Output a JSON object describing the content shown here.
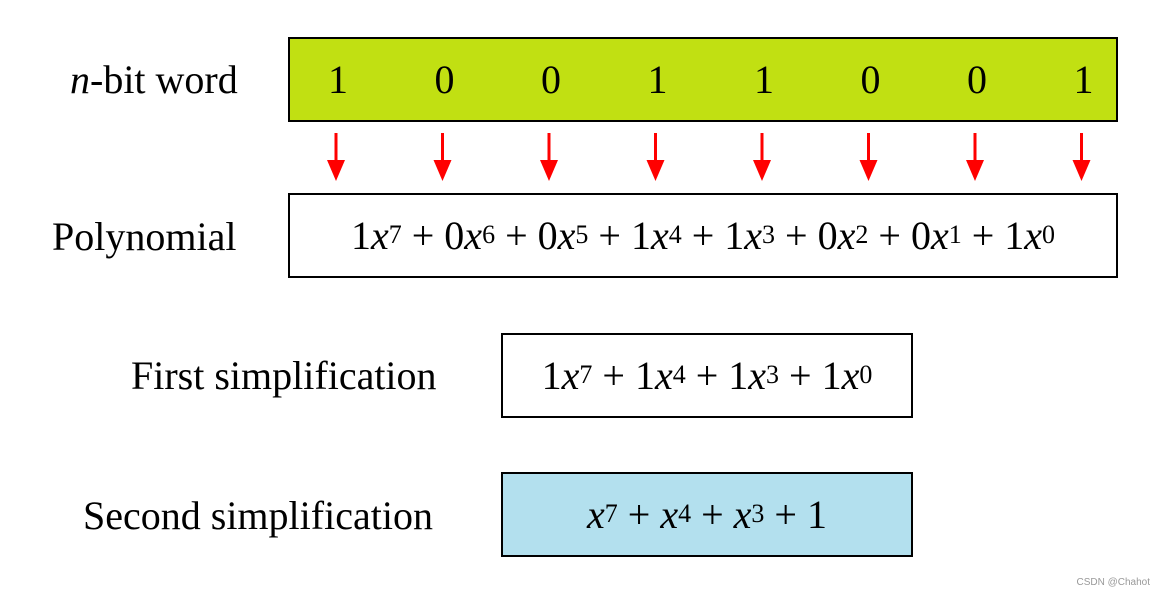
{
  "rows": {
    "word": {
      "label_italic": "n",
      "label_rest": "-bit word"
    },
    "polynomial": {
      "label": "Polynomial"
    },
    "first": {
      "label": "First simplification"
    },
    "second": {
      "label": "Second simplification"
    }
  },
  "bits": [
    "1",
    "0",
    "0",
    "1",
    "1",
    "0",
    "0",
    "1"
  ],
  "polynomial_terms": [
    {
      "coef": "1",
      "var": "x",
      "exp": "7"
    },
    {
      "coef": "0",
      "var": "x",
      "exp": "6"
    },
    {
      "coef": "0",
      "var": "x",
      "exp": "5"
    },
    {
      "coef": "1",
      "var": "x",
      "exp": "4"
    },
    {
      "coef": "1",
      "var": "x",
      "exp": "3"
    },
    {
      "coef": "0",
      "var": "x",
      "exp": "2"
    },
    {
      "coef": "0",
      "var": "x",
      "exp": "1"
    },
    {
      "coef": "1",
      "var": "x",
      "exp": "0"
    }
  ],
  "first_terms": [
    {
      "coef": "1",
      "var": "x",
      "exp": "7"
    },
    {
      "coef": "1",
      "var": "x",
      "exp": "4"
    },
    {
      "coef": "1",
      "var": "x",
      "exp": "3"
    },
    {
      "coef": "1",
      "var": "x",
      "exp": "0"
    }
  ],
  "second_terms": [
    {
      "coef": "",
      "var": "x",
      "exp": "7"
    },
    {
      "coef": "",
      "var": "x",
      "exp": "4"
    },
    {
      "coef": "",
      "var": "x",
      "exp": "3"
    },
    {
      "coef": "1",
      "var": "",
      "exp": ""
    }
  ],
  "operator": "+",
  "colors": {
    "word_box": "#c1e012",
    "second_box": "#b3e0ee",
    "arrow": "#ff0000"
  },
  "watermark": "CSDN @Chahot"
}
